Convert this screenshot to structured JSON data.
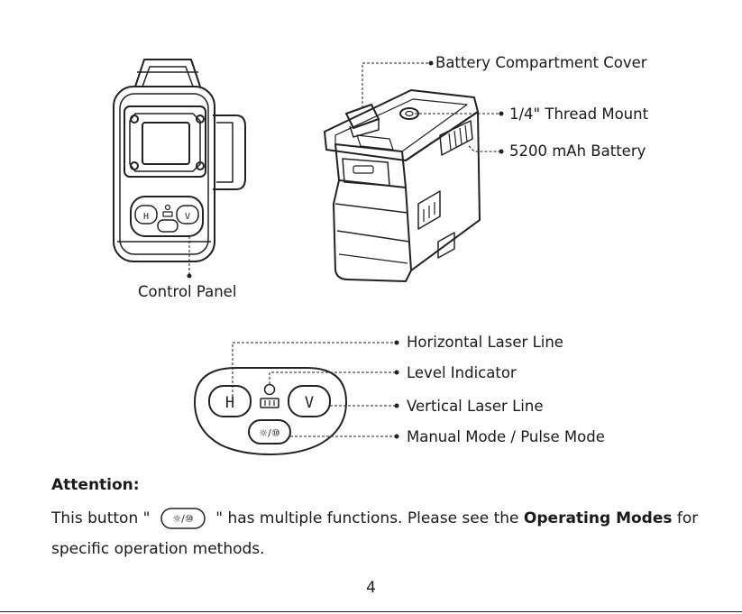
{
  "labels": {
    "battery_cover": "Battery Compartment Cover",
    "thread_mount": "1/4\" Thread Mount",
    "battery": "5200 mAh Battery",
    "control_panel": "Control Panel",
    "horizontal_line": "Horizontal Laser Line",
    "level_indicator": "Level Indicator",
    "vertical_line": "Vertical Laser Line",
    "mode_button": "Manual Mode / Pulse Mode"
  },
  "buttons": {
    "h": "H",
    "v": "V",
    "mode_symbol": "☼/⑩"
  },
  "attention": {
    "heading": "Attention:",
    "line1_pre": "This button \"",
    "line1_mid": "\" has multiple functions. Please see the ",
    "line1_bold": "Operating Modes",
    "line1_post": " for",
    "line2": "specific operation methods."
  },
  "page_number": "4"
}
